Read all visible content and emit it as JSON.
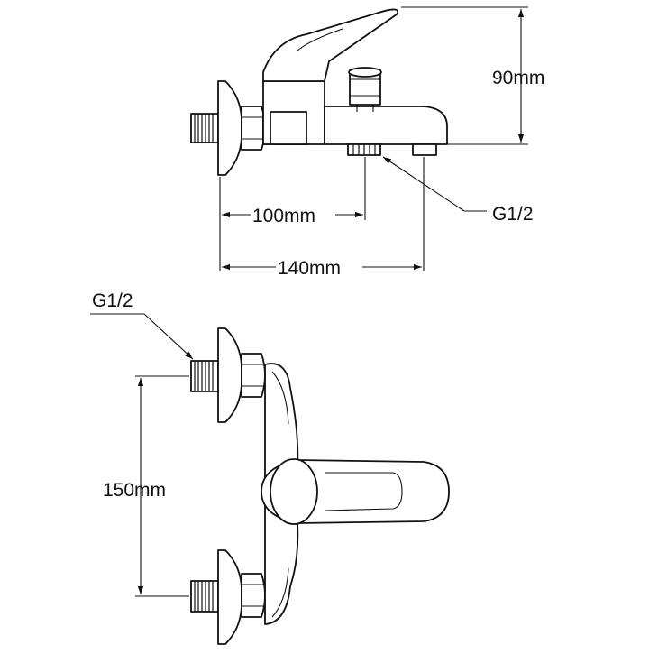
{
  "labels": {
    "height": "90mm",
    "inlet_distance": "100mm",
    "spout_distance": "140mm",
    "thread_side": "G1/2",
    "thread_top": "G1/2",
    "centers": "150mm"
  }
}
